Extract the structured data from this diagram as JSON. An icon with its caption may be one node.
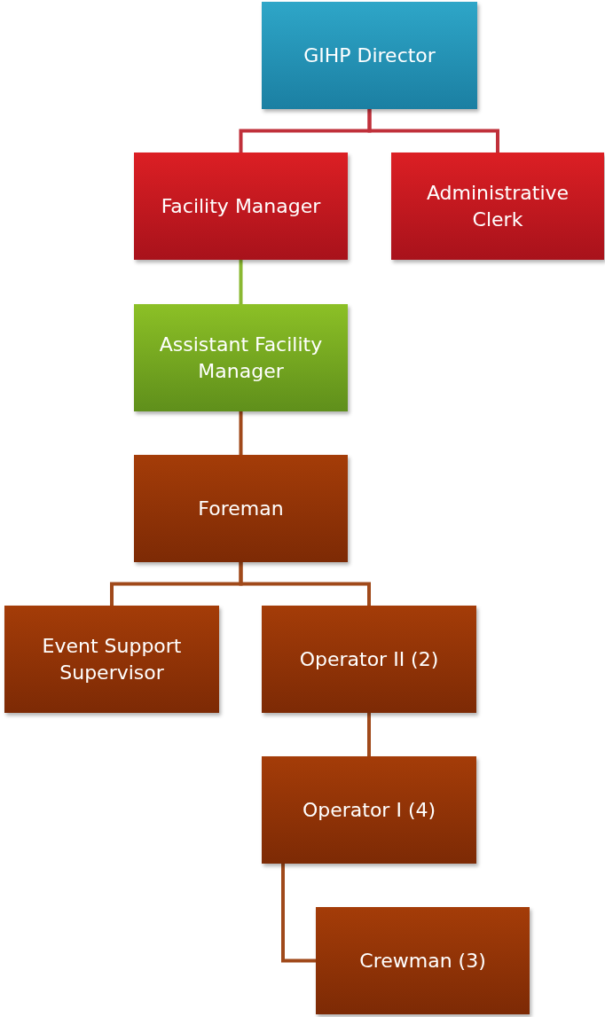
{
  "diagram": {
    "nodes": [
      {
        "text": [
          "GIHP Director"
        ]
      },
      {
        "text": [
          "Facility Manager"
        ]
      },
      {
        "text": [
          "Administrative Clerk"
        ]
      },
      {
        "text": [
          "Assistant Facility Manager"
        ]
      },
      {
        "text": [
          "Foreman"
        ]
      },
      {
        "text": [
          "Event Support Supervisor"
        ]
      },
      {
        "text": [
          "Operator II (2)"
        ]
      },
      {
        "text": [
          "Operator I (4)"
        ]
      },
      {
        "text": [
          "Crewman (3)"
        ]
      }
    ],
    "edges": [
      {
        "from": 0,
        "to": 1,
        "arrow": "none",
        "color": "#c0303a"
      },
      {
        "from": 0,
        "to": 2,
        "arrow": "none",
        "color": "#c0303a"
      },
      {
        "from": 1,
        "to": 3,
        "arrow": "none",
        "color": "#8ab832"
      },
      {
        "from": 3,
        "to": 4,
        "arrow": "none"
      },
      {
        "from": 4,
        "to": 5,
        "arrow": "none"
      },
      {
        "from": 4,
        "to": 6,
        "arrow": "none"
      },
      {
        "from": 6,
        "to": 7,
        "arrow": "none"
      },
      {
        "from": 7,
        "to": 8,
        "arrow": "none"
      }
    ]
  }
}
